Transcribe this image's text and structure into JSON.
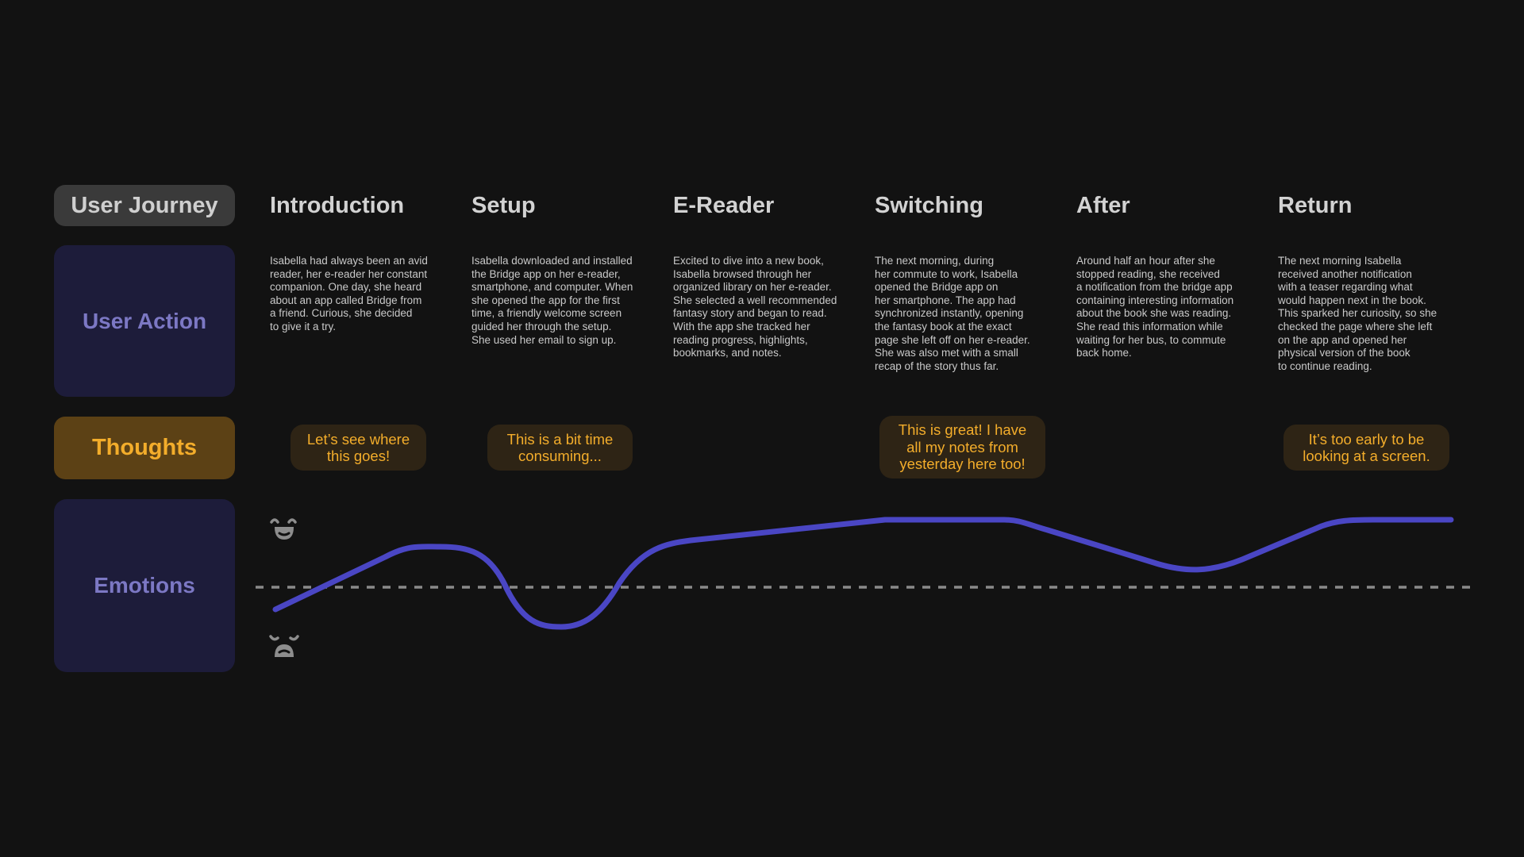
{
  "rows": {
    "journey": "User Journey",
    "action": "User Action",
    "thoughts": "Thoughts",
    "emotions": "Emotions"
  },
  "stages": [
    {
      "title": "Introduction",
      "description": "Isabella had always been an avid\nreader, her e-reader her constant\ncompanion. One day, she heard\nabout an app called Bridge from\na  friend. Curious, she decided\nto give it a try.",
      "thought": "Let’s see where\nthis goes!"
    },
    {
      "title": "Setup",
      "description": "Isabella downloaded and installed\nthe Bridge app on her e-reader,\nsmartphone, and computer. When\nshe opened the app for the first\ntime, a friendly welcome screen\nguided her through the setup.\nShe used her email to sign up.",
      "thought": "This is a bit time\nconsuming..."
    },
    {
      "title": "E-Reader",
      "description": "Excited to dive into a new book,\nIsabella browsed through her\norganized library on her e-reader.\nShe selected a well recommended\nfantasy  story and began to read.\nWith the app she tracked her\nreading progress, highlights,\nbookmarks, and notes.",
      "thought": ""
    },
    {
      "title": "Switching",
      "description": "The next morning, during\nher commute to work, Isabella\nopened the  Bridge app on\nher smartphone. The app had\nsynchronized instantly,  opening\nthe fantasy book at the exact\npage she left off on her e-reader.\nShe was also met with a small\nrecap of the story thus far.",
      "thought": "This is great! I have\nall my notes from\nyesterday here too!"
    },
    {
      "title": "After",
      "description": "Around half an hour after she\nstopped reading, she received\na notification from the bridge app\ncontaining interesting information\nabout the book she was reading.\nShe read this information while\nwaiting for her bus, to commute\nback home.",
      "thought": ""
    },
    {
      "title": "Return",
      "description": "The next morning Isabella\nreceived another notification\nwith a teaser regarding what\nwould happen next in the book.\nThis sparked her curiosity, so she\nchecked the page where she left\non the app and opened her\nphysical version of the book\nto continue reading.",
      "thought": "It’s too early to be\nlooking at a screen."
    }
  ],
  "icons": {
    "positive": "happy-face-icon",
    "negative": "sad-face-icon"
  },
  "colors": {
    "emotion_line": "#4a46c4",
    "thought_text": "#f3ad2b",
    "action_label": "#7c78c4",
    "baseline": "#8a8a8a"
  }
}
